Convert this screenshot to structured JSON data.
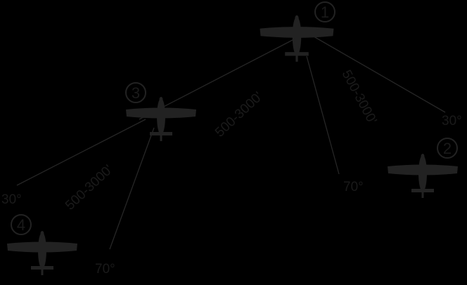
{
  "formation": {
    "aircraft": [
      {
        "number": "1"
      },
      {
        "number": "2"
      },
      {
        "number": "3"
      },
      {
        "number": "4"
      }
    ],
    "spacing_labels": [
      "500-3000'",
      "500-3000'",
      "500-3000'"
    ],
    "angle_labels": [
      "30°",
      "70°",
      "30°",
      "70°"
    ]
  },
  "colors": {
    "background": "#000000",
    "ink": "#222222"
  }
}
